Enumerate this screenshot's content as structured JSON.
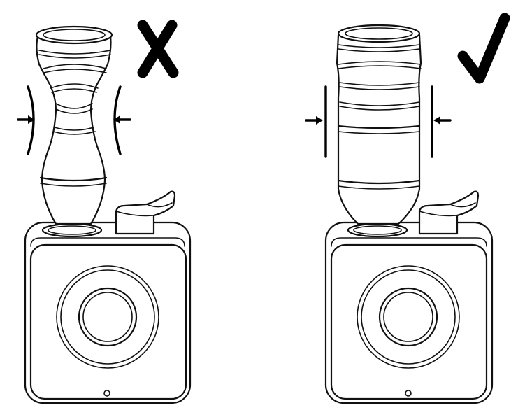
{
  "figure": {
    "panels": [
      {
        "id": "incorrect",
        "verdict_icon": "cross-icon",
        "bottle_shape": "waisted-squeezed"
      },
      {
        "id": "correct",
        "verdict_icon": "checkmark-icon",
        "bottle_shape": "straight-cylindrical"
      }
    ]
  }
}
